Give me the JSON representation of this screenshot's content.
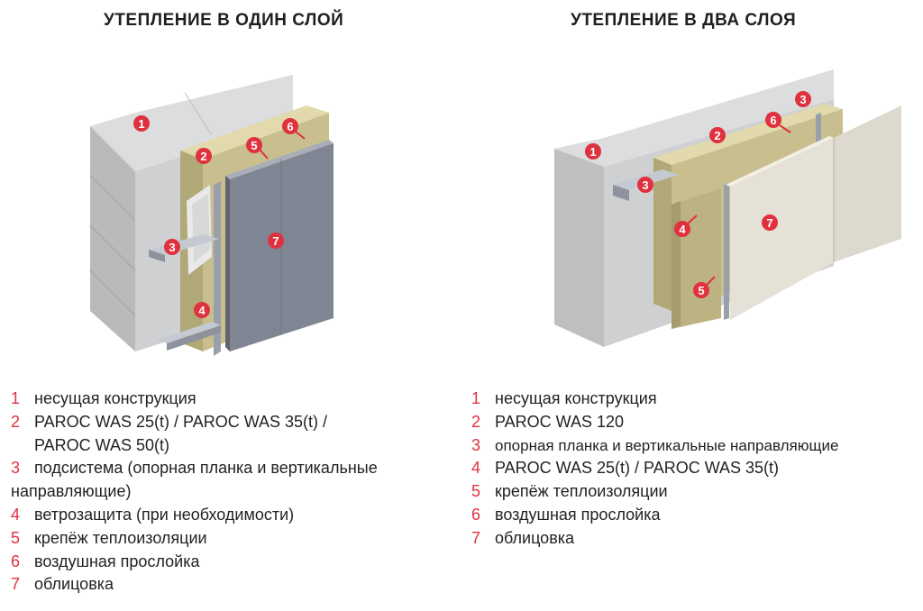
{
  "titles": {
    "left": "УТЕПЛЕНИЕ В ОДИН СЛОЙ",
    "right": "УТЕПЛЕНИЕ В ДВА СЛОЯ"
  },
  "colors": {
    "marker": "#e0313f",
    "legend_number": "#e0313f",
    "concrete": "#c9cacb",
    "insulation": "#c9bf8e",
    "cladding_metal": "#7f8593",
    "cladding_panel": "#e5e1d6"
  },
  "diagram_left": {
    "markers": [
      "1",
      "2",
      "3",
      "4",
      "5",
      "6",
      "7"
    ]
  },
  "diagram_right": {
    "markers": [
      "1",
      "2",
      "3",
      "4",
      "5",
      "6",
      "7"
    ]
  },
  "legend_left": [
    {
      "num": "1",
      "text": "несущая конструкция"
    },
    {
      "num": "2",
      "text": "PAROC WAS 25(t) / PAROC WAS 35(t) /",
      "cont": "PAROC WAS 50(t)"
    },
    {
      "num": "3",
      "text": "подсистема (опорная планка и вертикальные",
      "cont": "направляющие)"
    },
    {
      "num": "4",
      "text": "ветрозащита (при необходимости)"
    },
    {
      "num": "5",
      "text": "крепёж теплоизоляции"
    },
    {
      "num": "6",
      "text": "воздушная прослойка"
    },
    {
      "num": "7",
      "text": "облицовка"
    }
  ],
  "legend_right": [
    {
      "num": "1",
      "text": "несущая конструкция"
    },
    {
      "num": "2",
      "text": "PAROC WAS 120"
    },
    {
      "num": "3",
      "text": "опорная планка и вертикальные направляющие"
    },
    {
      "num": "4",
      "text": "PAROC WAS 25(t) / PAROC WAS 35(t)"
    },
    {
      "num": "5",
      "text": "крепёж теплоизоляции"
    },
    {
      "num": "6",
      "text": "воздушная прослойка"
    },
    {
      "num": "7",
      "text": "облицовка"
    }
  ]
}
